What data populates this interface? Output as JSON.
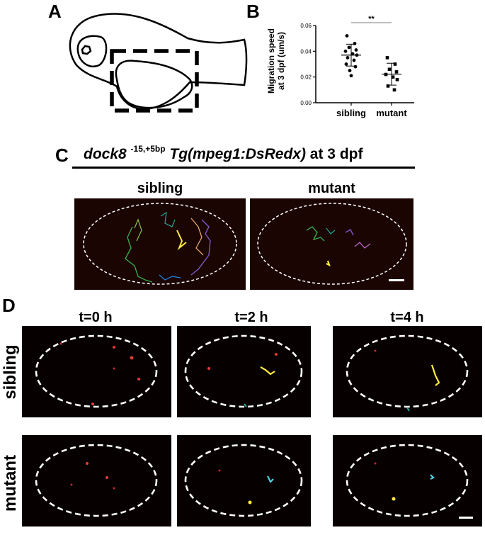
{
  "panels": {
    "a": {
      "letter": "A"
    },
    "b": {
      "letter": "B"
    },
    "c": {
      "letter": "C"
    },
    "d": {
      "letter": "D"
    }
  },
  "chart_data": {
    "type": "scatter",
    "ylabel_line1": "Migration speed",
    "ylabel_line2": "at 3 dpf (um/s)",
    "ylim": [
      0,
      0.06
    ],
    "yticks": [
      "0.00",
      "0.02",
      "0.04",
      "0.06"
    ],
    "categories": [
      "sibling",
      "mutant"
    ],
    "significance": "**",
    "series": [
      {
        "category": "sibling",
        "mean": 0.037,
        "sd": 0.0085,
        "values": [
          0.052,
          0.046,
          0.043,
          0.041,
          0.04,
          0.038,
          0.037,
          0.035,
          0.033,
          0.03,
          0.028,
          0.025,
          0.021
        ]
      },
      {
        "category": "mutant",
        "mean": 0.0222,
        "sd": 0.0085,
        "values": [
          0.035,
          0.03,
          0.026,
          0.024,
          0.022,
          0.02,
          0.018,
          0.013,
          0.01
        ]
      }
    ]
  },
  "panel_c": {
    "title_gene": "dock8",
    "title_sup": "-15,+5bp",
    "title_tg": "Tg(mpeg1:DsRedx)",
    "title_rest": "at 3 dpf",
    "sibling_label": "sibling",
    "mutant_label": "mutant"
  },
  "panel_d": {
    "time_labels": [
      "t=0 h",
      "t=2 h",
      "t=4 h"
    ],
    "row_labels": [
      "sibling",
      "mutant"
    ]
  }
}
